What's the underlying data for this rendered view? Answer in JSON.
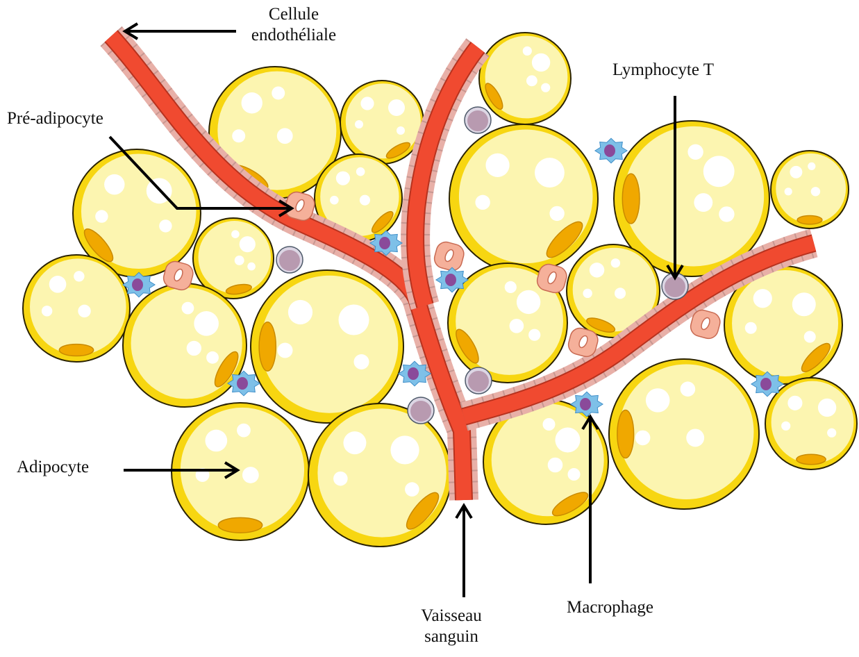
{
  "labels": {
    "cellule_endotheliale_l1": "Cellule",
    "cellule_endotheliale_l2": "endothéliale",
    "pre_adipocyte": "Pré-adipocyte",
    "lymphocyte_t": "Lymphocyte T",
    "adipocyte": "Adipocyte",
    "vaisseau_l1": "Vaisseau",
    "vaisseau_l2": "sanguin",
    "macrophage": "Macrophage"
  },
  "colors": {
    "adipocyte_fill": "#fcf5b0",
    "adipocyte_rim": "#f7d611",
    "adipocyte_outline": "#2a2200",
    "nucleus": "#f0a800",
    "vessel": "#f04a30",
    "vessel_dark": "#b8321e",
    "endothelium": "#e8b0a8",
    "pre_adipocyte": "#f5b09a",
    "lymphocyte": "#b89ab0",
    "macrophage_body": "#7ec0e8",
    "macrophage_nucleus": "#8a4a9a",
    "arrow": "#000000"
  }
}
